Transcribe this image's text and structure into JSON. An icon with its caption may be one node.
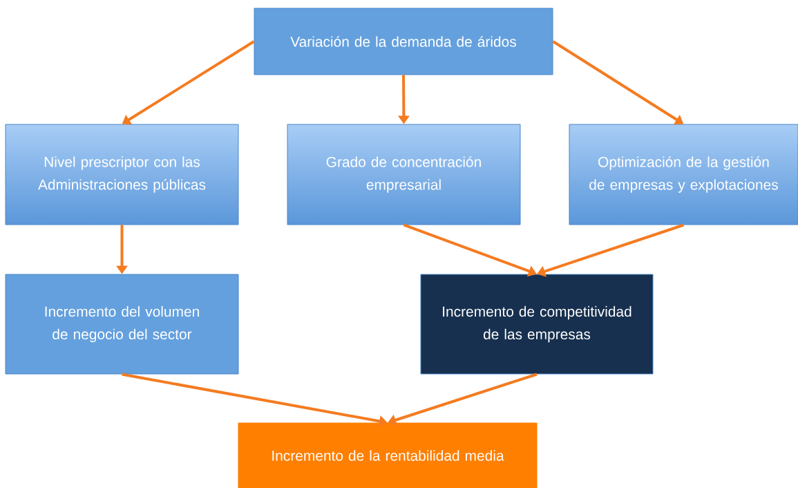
{
  "diagram": {
    "nodes": [
      {
        "text": [
          "Variación de la demanda de áridos"
        ]
      },
      {
        "text": [
          "Nivel prescriptor con las Administraciones públicas"
        ]
      },
      {
        "text": [
          "Grado de concentración empresarial"
        ]
      },
      {
        "text": [
          "Optimización de la gestión de empresas y explotaciones"
        ]
      },
      {
        "text": [
          "Incremento del volumen de negocio del sector"
        ]
      },
      {
        "text": [
          "Incremento de competitividad de las empresas"
        ]
      },
      {
        "text": [
          "Incremento de la rentabilidad media"
        ]
      }
    ],
    "edges": [
      {
        "from": 0,
        "to": 1,
        "arrow": "to"
      },
      {
        "from": 0,
        "to": 2,
        "arrow": "to"
      },
      {
        "from": 0,
        "to": 3,
        "arrow": "to"
      },
      {
        "from": 1,
        "to": 4,
        "arrow": "to"
      },
      {
        "from": 2,
        "to": 5,
        "arrow": "to"
      },
      {
        "from": 3,
        "to": 5,
        "arrow": "to"
      },
      {
        "from": 4,
        "to": 6,
        "arrow": "to"
      },
      {
        "from": 5,
        "to": 6,
        "arrow": "to"
      }
    ]
  }
}
